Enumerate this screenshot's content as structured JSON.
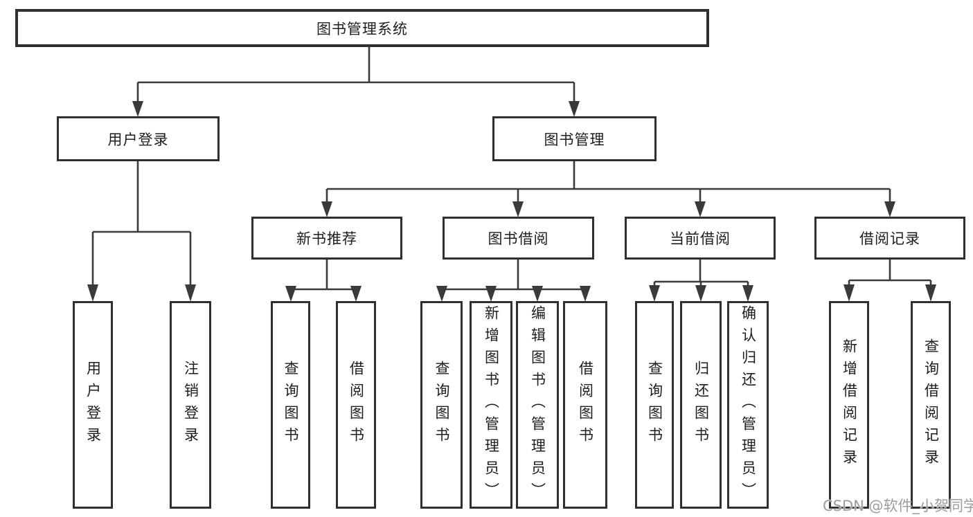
{
  "diagram": {
    "type": "hierarchy-flowchart",
    "orientation": "top-down"
  },
  "colors": {
    "background": "#ffffff",
    "line": "#3a3a3a",
    "box_border": "#2f2f2f",
    "box_fill": "#ffffff",
    "text": "#1d1d1d",
    "watermark": "#9c9c9c"
  },
  "tree": {
    "root": {
      "label": "图书管理系统",
      "children": [
        {
          "label": "用户登录",
          "children": [
            {
              "label": "用户登录"
            },
            {
              "label": "注销登录"
            }
          ]
        },
        {
          "label": "图书管理",
          "children": [
            {
              "label": "新书推荐",
              "children": [
                {
                  "label": "查询图书"
                },
                {
                  "label": "借阅图书"
                }
              ]
            },
            {
              "label": "图书借阅",
              "children": [
                {
                  "label": "查询图书"
                },
                {
                  "label": "新增图书（管理员）"
                },
                {
                  "label": "编辑图书（管理员）"
                },
                {
                  "label": "借阅图书"
                }
              ]
            },
            {
              "label": "当前借阅",
              "children": [
                {
                  "label": "查询图书"
                },
                {
                  "label": "归还图书"
                },
                {
                  "label": "确认归还（管理员）"
                }
              ]
            },
            {
              "label": "借阅记录",
              "children": [
                {
                  "label": "新增借阅记录"
                },
                {
                  "label": "查询借阅记录"
                }
              ]
            }
          ]
        }
      ]
    }
  },
  "watermark": {
    "text": "CSDN @软件_小贺同学"
  }
}
